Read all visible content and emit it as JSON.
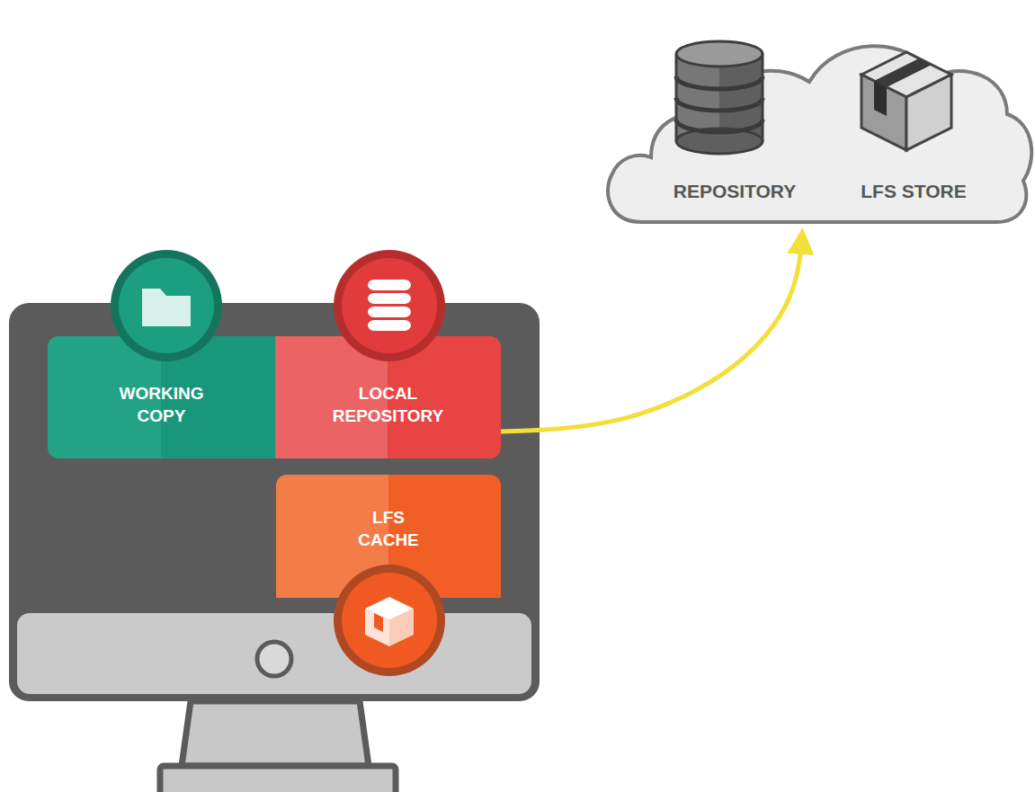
{
  "diagram": {
    "nodes": [
      {
        "text": [
          "WORKING COPY"
        ]
      },
      {
        "text": [
          "LOCAL REPOSITORY"
        ]
      },
      {
        "text": [
          "LFS CACHE"
        ]
      },
      {
        "text": [
          "REPOSITORY",
          "LFS STORE"
        ]
      }
    ],
    "edges": [
      {
        "from": 1,
        "to": 3,
        "arrow": "to"
      }
    ]
  }
}
